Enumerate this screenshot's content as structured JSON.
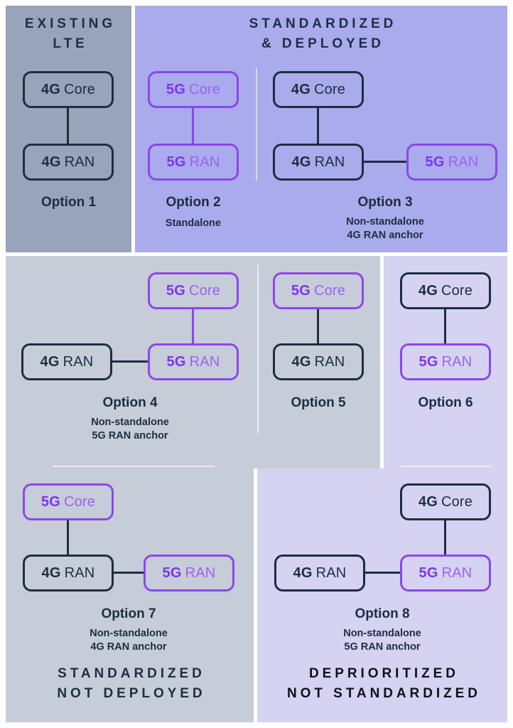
{
  "colors": {
    "navy": "#1c2e41",
    "purple": "#8b47e9",
    "purple_strong": "#7d36ea",
    "purple_light": "#9b63f1",
    "near_black": "#0d1117",
    "panel_slate": "#99a3ba",
    "panel_periwinkle": "#a9abec",
    "panel_gray": "#c7ccd9",
    "panel_lavender": "#d5d3f1",
    "background": "#ffffff"
  },
  "labels": {
    "g4": "4G",
    "g5": "5G",
    "core": "Core",
    "ran": "RAN"
  },
  "sections": {
    "existing": {
      "line1": "EXISTING",
      "line2": "LTE"
    },
    "deployed": {
      "line1": "STANDARDIZED",
      "line2": "& DEPLOYED"
    },
    "not_deployed": {
      "line1": "STANDARDIZED",
      "line2": "NOT DEPLOYED"
    },
    "deprioritized": {
      "line1": "DEPRIORITIZED",
      "line2": "NOT STANDARDIZED"
    }
  },
  "options": {
    "opt1": {
      "label": "Option 1"
    },
    "opt2": {
      "label": "Option 2",
      "note1": "Standalone"
    },
    "opt3": {
      "label": "Option 3",
      "note1": "Non-standalone",
      "note2": "4G RAN anchor"
    },
    "opt4": {
      "label": "Option 4",
      "note1": "Non-standalone",
      "note2": "5G RAN anchor"
    },
    "opt5": {
      "label": "Option 5"
    },
    "opt6": {
      "label": "Option 6"
    },
    "opt7": {
      "label": "Option 7",
      "note1": "Non-standalone",
      "note2": "4G RAN anchor"
    },
    "opt8": {
      "label": "Option 8",
      "note1": "Non-standalone",
      "note2": "5G RAN anchor"
    }
  }
}
